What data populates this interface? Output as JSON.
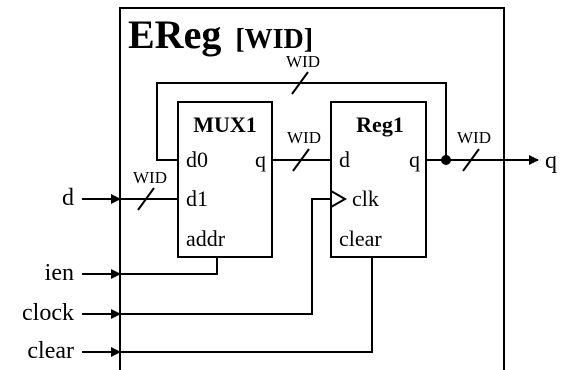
{
  "title": {
    "name": "EReg",
    "param": "[WID]"
  },
  "blocks": {
    "mux": {
      "title": "MUX1",
      "ports": {
        "d0": "d0",
        "d1": "d1",
        "addr": "addr",
        "q": "q"
      }
    },
    "reg": {
      "title": "Reg1",
      "ports": {
        "d": "d",
        "q": "q",
        "clk": "clk",
        "clear": "clear"
      }
    }
  },
  "inputs": {
    "d": "d",
    "ien": "ien",
    "clock": "clock",
    "clear": "clear"
  },
  "outputs": {
    "q": "q"
  },
  "bus_widths": {
    "feedback": "WID",
    "input_d": "WID",
    "mux_to_reg": "WID",
    "output_q": "WID"
  }
}
